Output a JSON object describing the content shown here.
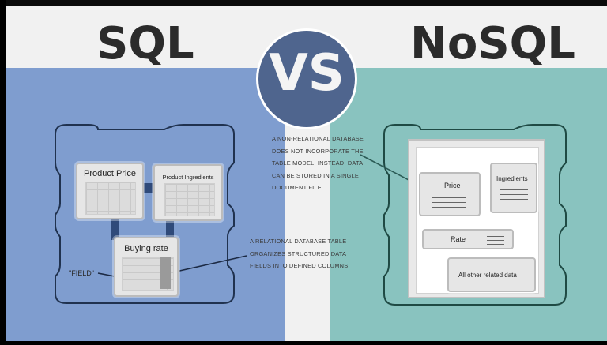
{
  "title_left": "SQL",
  "title_right": "NoSQL",
  "vs_label": "VS",
  "nosql_note": "A NON-RELATIONAL DATABASE DOES NOT INCORPORATE THE TABLE MODEL. INSTEAD, DATA CAN BE STORED IN A SINGLE DOCUMENT FILE.",
  "sql_note": "A RELATIONAL DATABASE TABLE ORGANIZES STRUCTURED DATA FIELDS INTO DEFINED COLUMNS.",
  "sql_tables": {
    "product_price": "Product Price",
    "product_ingredients": "Product Ingredients",
    "buying_rate": "Buying rate"
  },
  "field_label": "\"FIELD\"",
  "nosql_fields": {
    "price": "Price",
    "ingredients": "Ingredients",
    "rate": "Rate",
    "other": "All other related data"
  },
  "colors": {
    "sql_panel": "#7f9dcf",
    "nosql_panel": "#89c3bf",
    "vs_circle": "#4f658e",
    "connector": "#2f4a7a"
  }
}
